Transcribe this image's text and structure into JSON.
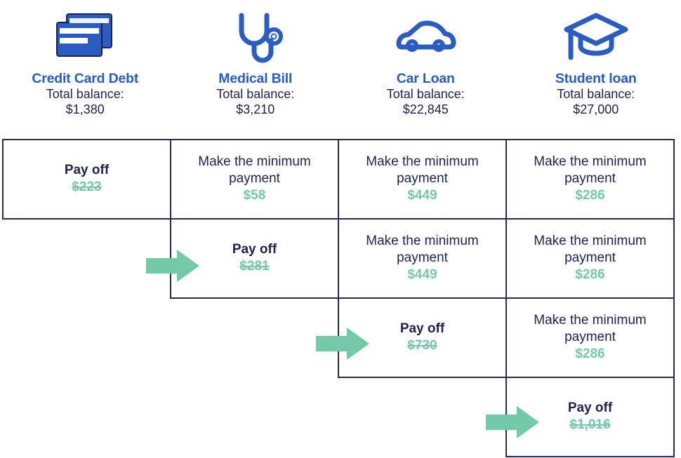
{
  "columns": [
    {
      "icon": "credit-card-icon",
      "title": "Credit Card Debt",
      "balance_label": "Total balance:",
      "balance_value": "$1,380"
    },
    {
      "icon": "stethoscope-icon",
      "title": "Medical Bill",
      "balance_label": "Total balance:",
      "balance_value": "$3,210"
    },
    {
      "icon": "car-icon",
      "title": "Car Loan",
      "balance_label": "Total balance:",
      "balance_value": "$22,845"
    },
    {
      "icon": "graduation-cap-icon",
      "title": "Student loan",
      "balance_label": "Total balance:",
      "balance_value": "$27,000"
    }
  ],
  "rows": [
    {
      "cells": [
        {
          "type": "payoff",
          "line1": "Pay off",
          "line2": "",
          "amount": "$223",
          "struck": true
        },
        {
          "type": "minimum",
          "line1": "Make the minimum",
          "line2": "payment",
          "amount": "$58",
          "struck": false
        },
        {
          "type": "minimum",
          "line1": "Make the minimum",
          "line2": "payment",
          "amount": "$449",
          "struck": false
        },
        {
          "type": "minimum",
          "line1": "Make the minimum",
          "line2": "payment",
          "amount": "$286",
          "struck": false
        }
      ]
    },
    {
      "cells": [
        {
          "type": "empty"
        },
        {
          "type": "payoff",
          "line1": "Pay off",
          "line2": "",
          "amount": "$281",
          "struck": true
        },
        {
          "type": "minimum",
          "line1": "Make the minimum",
          "line2": "payment",
          "amount": "$449",
          "struck": false
        },
        {
          "type": "minimum",
          "line1": "Make the minimum",
          "line2": "payment",
          "amount": "$286",
          "struck": false
        }
      ]
    },
    {
      "cells": [
        {
          "type": "empty"
        },
        {
          "type": "empty"
        },
        {
          "type": "payoff",
          "line1": "Pay off",
          "line2": "",
          "amount": "$730",
          "struck": true
        },
        {
          "type": "minimum",
          "line1": "Make the minimum",
          "line2": "payment",
          "amount": "$286",
          "struck": false
        }
      ]
    },
    {
      "cells": [
        {
          "type": "empty"
        },
        {
          "type": "empty"
        },
        {
          "type": "empty"
        },
        {
          "type": "payoff",
          "line1": "Pay off",
          "line2": "",
          "amount": "$1,016",
          "struck": true
        }
      ]
    }
  ],
  "arrows": [
    {
      "name": "arrow-to-medical-bill"
    },
    {
      "name": "arrow-to-car-loan"
    },
    {
      "name": "arrow-to-student-loan"
    }
  ],
  "colors": {
    "title_blue": "#2b5cc4",
    "text_navy": "#1d2250",
    "border_navy": "#272a55",
    "amount_green": "#74c9a8",
    "icon_blue": "#2b5cc4",
    "icon_outline": "#1d2250"
  }
}
